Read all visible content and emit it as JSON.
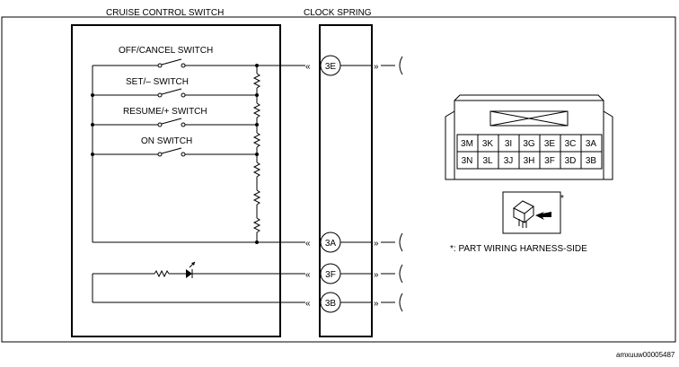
{
  "titles": {
    "cruise_control_switch": "CRUISE CONTROL SWITCH",
    "clock_spring": "CLOCK SPRING"
  },
  "switches": [
    {
      "label": "OFF/CANCEL SWITCH"
    },
    {
      "label": "SET/– SWITCH"
    },
    {
      "label": "RESUME/+ SWITCH"
    },
    {
      "label": "ON SWITCH"
    }
  ],
  "terminals": [
    "3E",
    "3A",
    "3F",
    "3B"
  ],
  "connector": {
    "rows": [
      [
        "3M",
        "3K",
        "3I",
        "3G",
        "3E",
        "3C",
        "3A"
      ],
      [
        "3N",
        "3L",
        "3J",
        "3H",
        "3F",
        "3D",
        "3B"
      ]
    ],
    "asterisk": "*",
    "note": "*: PART WIRING HARNESS-SIDE"
  },
  "reference": "amxuuw00005487"
}
